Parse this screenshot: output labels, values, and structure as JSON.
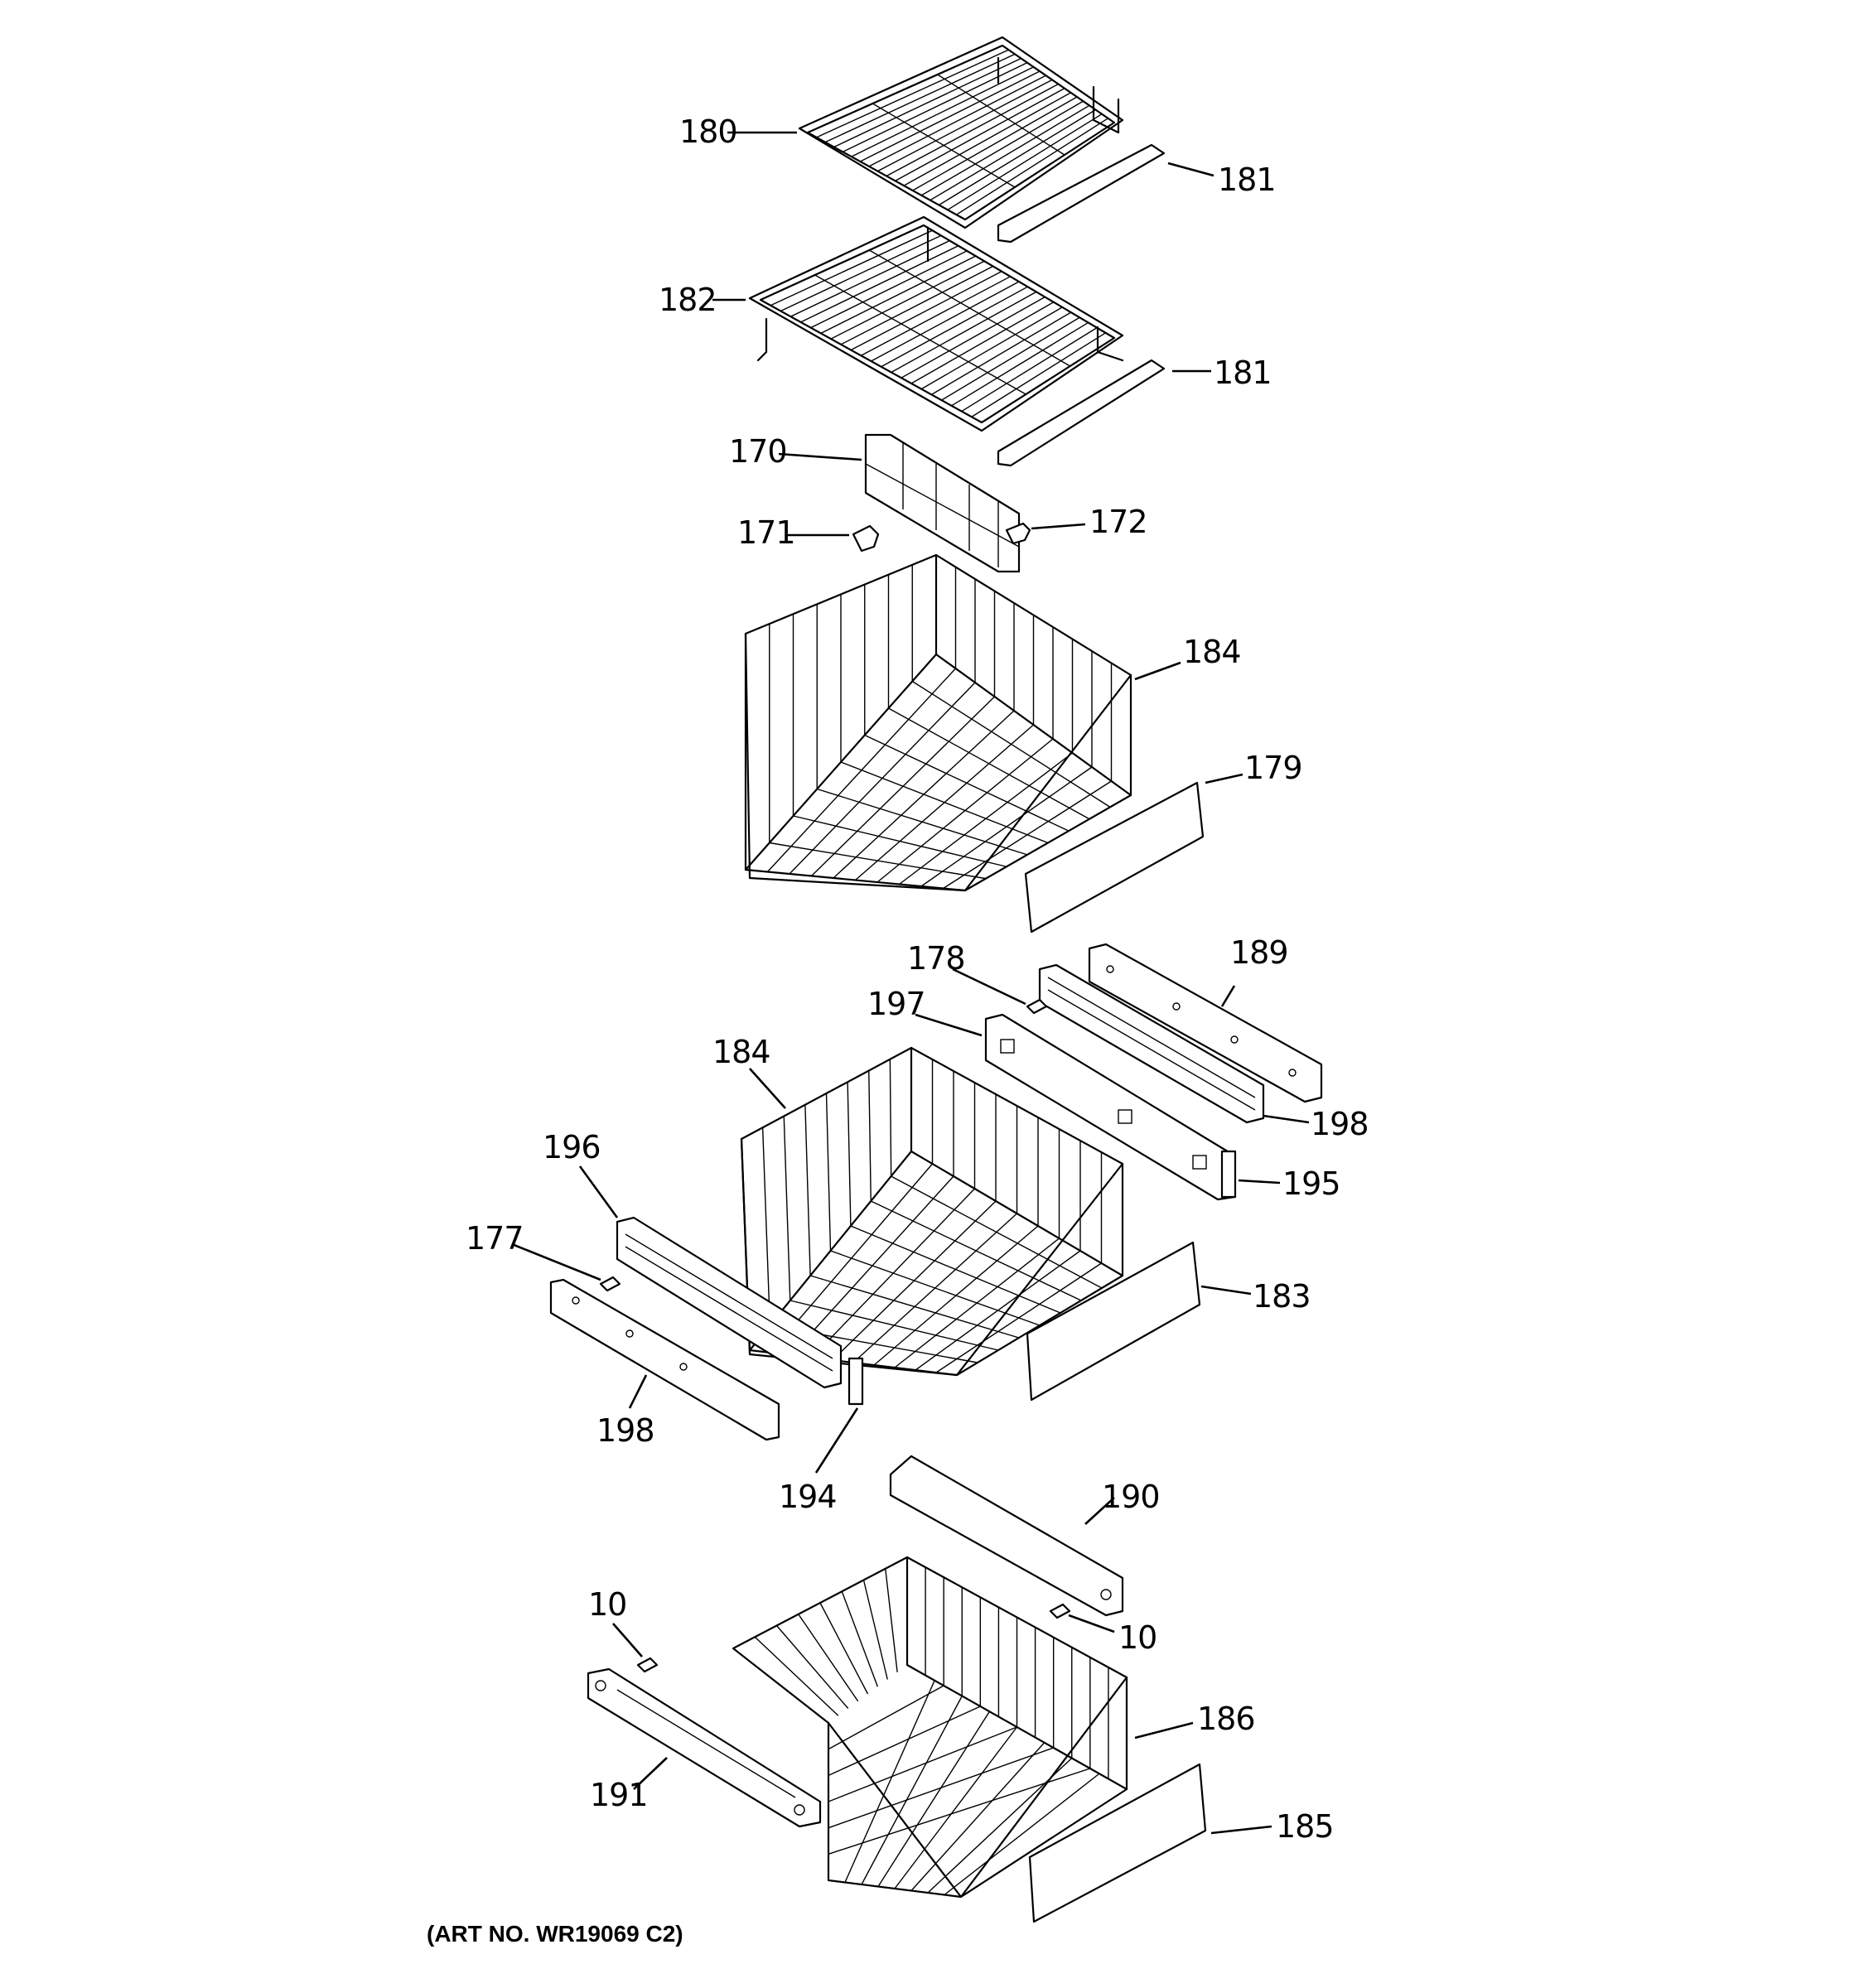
{
  "diagram": {
    "art_number": "(ART NO. WR19069 C2)",
    "callouts": [
      {
        "id": "c-180",
        "label": "180"
      },
      {
        "id": "c-181a",
        "label": "181"
      },
      {
        "id": "c-182",
        "label": "182"
      },
      {
        "id": "c-181b",
        "label": "181"
      },
      {
        "id": "c-170",
        "label": "170"
      },
      {
        "id": "c-171",
        "label": "171"
      },
      {
        "id": "c-172",
        "label": "172"
      },
      {
        "id": "c-184a",
        "label": "184"
      },
      {
        "id": "c-179",
        "label": "179"
      },
      {
        "id": "c-178",
        "label": "178"
      },
      {
        "id": "c-189",
        "label": "189"
      },
      {
        "id": "c-197",
        "label": "197"
      },
      {
        "id": "c-184b",
        "label": "184"
      },
      {
        "id": "c-198a",
        "label": "198"
      },
      {
        "id": "c-195",
        "label": "195"
      },
      {
        "id": "c-196",
        "label": "196"
      },
      {
        "id": "c-177",
        "label": "177"
      },
      {
        "id": "c-183",
        "label": "183"
      },
      {
        "id": "c-198b",
        "label": "198"
      },
      {
        "id": "c-194",
        "label": "194"
      },
      {
        "id": "c-190",
        "label": "190"
      },
      {
        "id": "c-10a",
        "label": "10"
      },
      {
        "id": "c-10b",
        "label": "10"
      },
      {
        "id": "c-186",
        "label": "186"
      },
      {
        "id": "c-191",
        "label": "191"
      },
      {
        "id": "c-185",
        "label": "185"
      }
    ]
  }
}
